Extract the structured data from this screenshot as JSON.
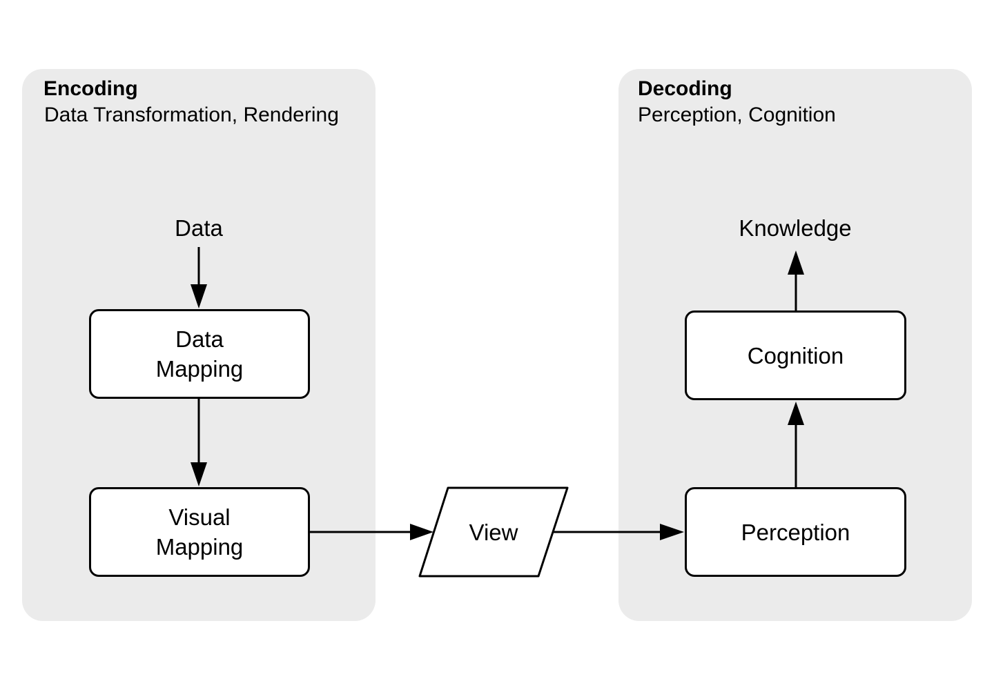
{
  "encoding": {
    "title": "Encoding",
    "subtitle": "Data Transformation, Rendering",
    "input_label": "Data",
    "data_mapping": [
      "Data",
      "Mapping"
    ],
    "visual_mapping": [
      "Visual",
      "Mapping"
    ]
  },
  "view": {
    "label": "View"
  },
  "decoding": {
    "title": "Decoding",
    "subtitle": "Perception, Cognition",
    "output_label": "Knowledge",
    "cognition": "Cognition",
    "perception": "Perception"
  },
  "colors": {
    "panel_background": "#ebebeb",
    "stroke": "#000000",
    "node_fill": "#ffffff"
  }
}
